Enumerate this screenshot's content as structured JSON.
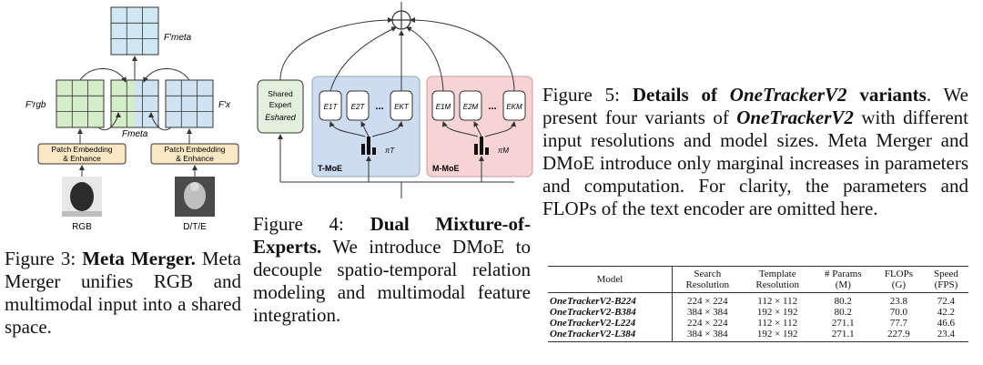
{
  "fig3": {
    "labels": {
      "f_meta": "F′meta",
      "f_rgb": "F′rgb",
      "f_x": "F′x",
      "f_meta_mid": "Fmeta",
      "patch_left_1": "Patch Embedding",
      "patch_left_2": "& Enhance",
      "patch_right_1": "Patch Embedding",
      "patch_right_2": "& Enhance",
      "rgb": "RGB",
      "dte": "D/T/E"
    },
    "caption": {
      "fig": "Figure 3:",
      "bold": "Meta Merger.",
      "text": "Meta Merger unifies RGB and multimodal input into a shared space."
    }
  },
  "fig4": {
    "labels": {
      "shared1": "Shared",
      "shared2": "Expert",
      "shared3": "Eshared",
      "e1t": "E1T",
      "e2t": "E2T",
      "ekt": "EKT",
      "e1m": "E1M",
      "e2m": "E2M",
      "ekm": "EKM",
      "dots": "...",
      "tmoe": "T-MoE",
      "mmoe": "M-MoE",
      "pit": "πT",
      "pim": "πM"
    },
    "caption": {
      "fig": "Figure 4:",
      "bold": "Dual Mixture-of-Experts.",
      "text": "We introduce DMoE to decouple spatio-temporal relation modeling and multimodal feature integration."
    }
  },
  "fig5": {
    "caption": {
      "fig": "Figure 5:",
      "bold": "Details of",
      "name": "OneTrackerV2",
      "bold2": "variants",
      "t1": ". We present four variants of",
      "t2": "with different input resolutions and model sizes. Meta Merger and DMoE introduce only marginal increases in parameters and computation. For clarity, the parameters and FLOPs of the text encoder are omitted here."
    },
    "table": {
      "headers": [
        [
          "Model",
          ""
        ],
        [
          "Search",
          "Resolution"
        ],
        [
          "Template",
          "Resolution"
        ],
        [
          "# Params",
          "(M)"
        ],
        [
          "FLOPs",
          "(G)"
        ],
        [
          "Speed",
          "(FPS)"
        ]
      ],
      "rows": [
        [
          "OneTrackerV2-B224",
          "224 × 224",
          "112 × 112",
          "80.2",
          "23.8",
          "72.4"
        ],
        [
          "OneTrackerV2-B384",
          "384 × 384",
          "192 × 192",
          "80.2",
          "70.0",
          "42.2"
        ],
        [
          "OneTrackerV2-L224",
          "224 × 224",
          "112 × 112",
          "271.1",
          "77.7",
          "46.6"
        ],
        [
          "OneTrackerV2-L384",
          "384 × 384",
          "192 × 192",
          "271.1",
          "227.9",
          "23.4"
        ]
      ]
    }
  }
}
